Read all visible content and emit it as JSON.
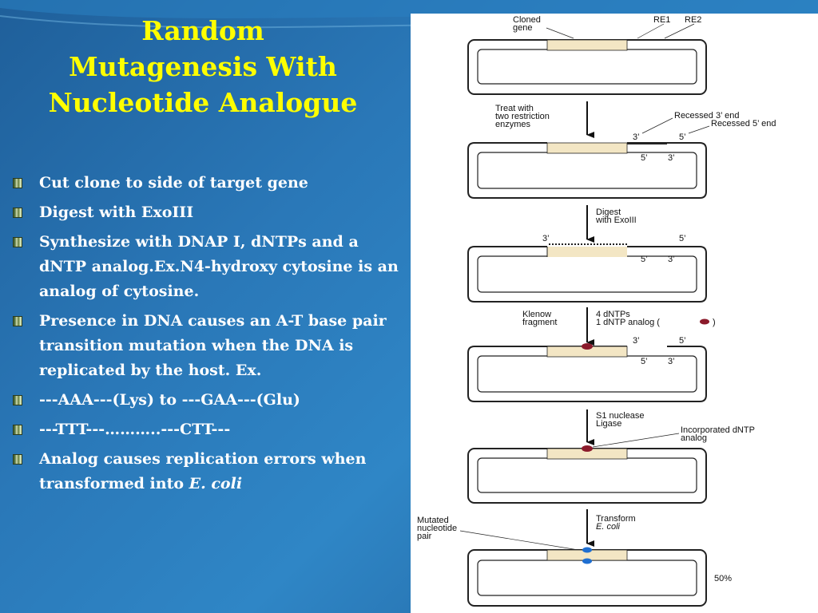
{
  "slide": {
    "title_lines": [
      "Random",
      "Mutagenesis With",
      "Nucleotide Analogue"
    ],
    "bullets": [
      {
        "text": "Cut clone to side of target gene"
      },
      {
        "text": "Digest with ExoIII"
      },
      {
        "text": "Synthesize with DNAP I, dNTPs and a dNTP analog.Ex.N4-hydroxy cytosine is an analog of cytosine."
      },
      {
        "text": "Presence in DNA causes an A-T base pair transition mutation when the DNA is replicated by the host. Ex."
      },
      {
        "text": "---AAA---(Lys) to ---GAA---(Glu)"
      },
      {
        "text": "---TTT---………..---CTT---"
      },
      {
        "text": "Analog causes replication errors when transformed into ",
        "italic": "E. coli"
      }
    ]
  },
  "diagram": {
    "labels": {
      "cloned_gene_1": "Cloned",
      "cloned_gene_2": "gene",
      "re1": "RE1",
      "re2": "RE2",
      "step1_1": "Treat with",
      "step1_2": "two restriction",
      "step1_3": "enzymes",
      "recessed3": "Recessed 3’ end",
      "recessed5": "Recessed 5’ end",
      "step2_1": "Digest",
      "step2_2": "with ExoIII",
      "klenow_1": "Klenow",
      "klenow_2": "fragment",
      "dntps_1": "4 dNTPs",
      "dntps_2": "1 dNTP analog (",
      "dntps_3": ")",
      "s1_1": "S1 nuclease",
      "s1_2": "Ligase",
      "incorp_1": "Incorporated dNTP",
      "incorp_2": "analog",
      "mut_1": "Mutated",
      "mut_2": "nucleotide",
      "mut_3": "pair",
      "transform_1": "Transform",
      "transform_2": "E. coli",
      "percent": "50%",
      "p3": "3’",
      "p5": "5’"
    },
    "colors": {
      "gene": "#f3e6c4",
      "analog": "#8b1a2b",
      "mutated": "#1f6fd1"
    }
  }
}
